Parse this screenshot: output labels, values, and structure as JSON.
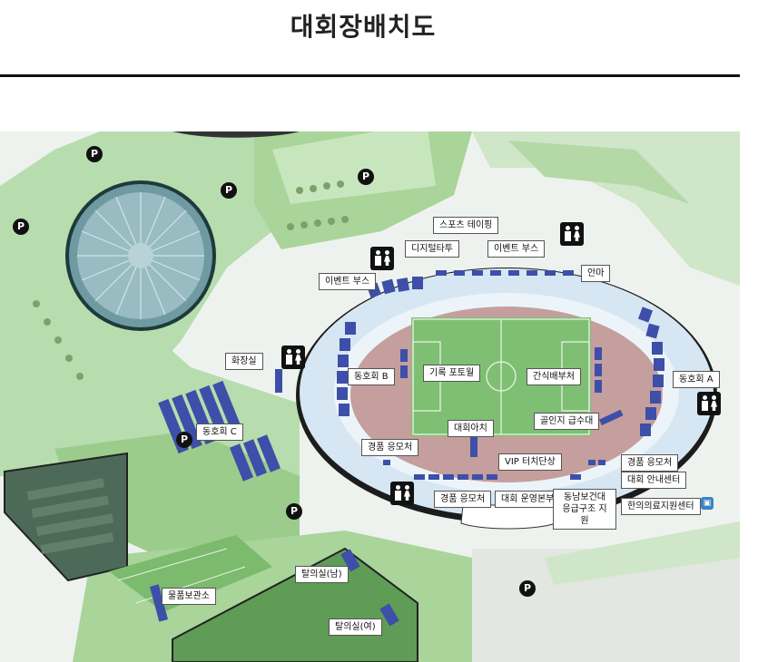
{
  "page": {
    "title": "대회장배치도"
  },
  "map": {
    "parking_symbol": "P",
    "icons": {
      "restroom": "restroom-icon",
      "parking": "parking-icon",
      "bus": "bus-stop-icon"
    },
    "colors": {
      "booth_blue": "#3d4fa8",
      "track": "#c29f9f",
      "field": "#7fbf73",
      "stadium_ring": "#cfe0ee",
      "grass": "#a9d49a",
      "building_dark": "#4d6a58"
    },
    "labels": {
      "sports_taping": "스포츠 테이핑",
      "digital_tattoo": "디지털타투",
      "event_booth_top": "이벤트 부스",
      "massage": "안마",
      "event_booth_left": "이벤트 부스",
      "restroom": "화장실",
      "club_b": "동호회 B",
      "record_photo": "기록 포토월",
      "snack_distribution": "간식배부처",
      "club_a": "동호회 A",
      "goal_water": "골인지 급수대",
      "tournament_arch": "대회아치",
      "club_c": "동호회 C",
      "prize_left": "경품 응모처",
      "vip_touch": "VIP 터치단상",
      "prize_right": "경품 응모처",
      "info_center": "대회 안내센터",
      "prize_bottom": "경품 응모처",
      "operation_hq": "대회 운영본부",
      "emergency_line1": "동남보건대",
      "emergency_line2": "응급구조 지원",
      "oriental_medicine": "한의의료지원센터",
      "storage": "물품보관소",
      "changing_male": "탈의실(남)",
      "changing_female": "탈의실(여)"
    }
  }
}
